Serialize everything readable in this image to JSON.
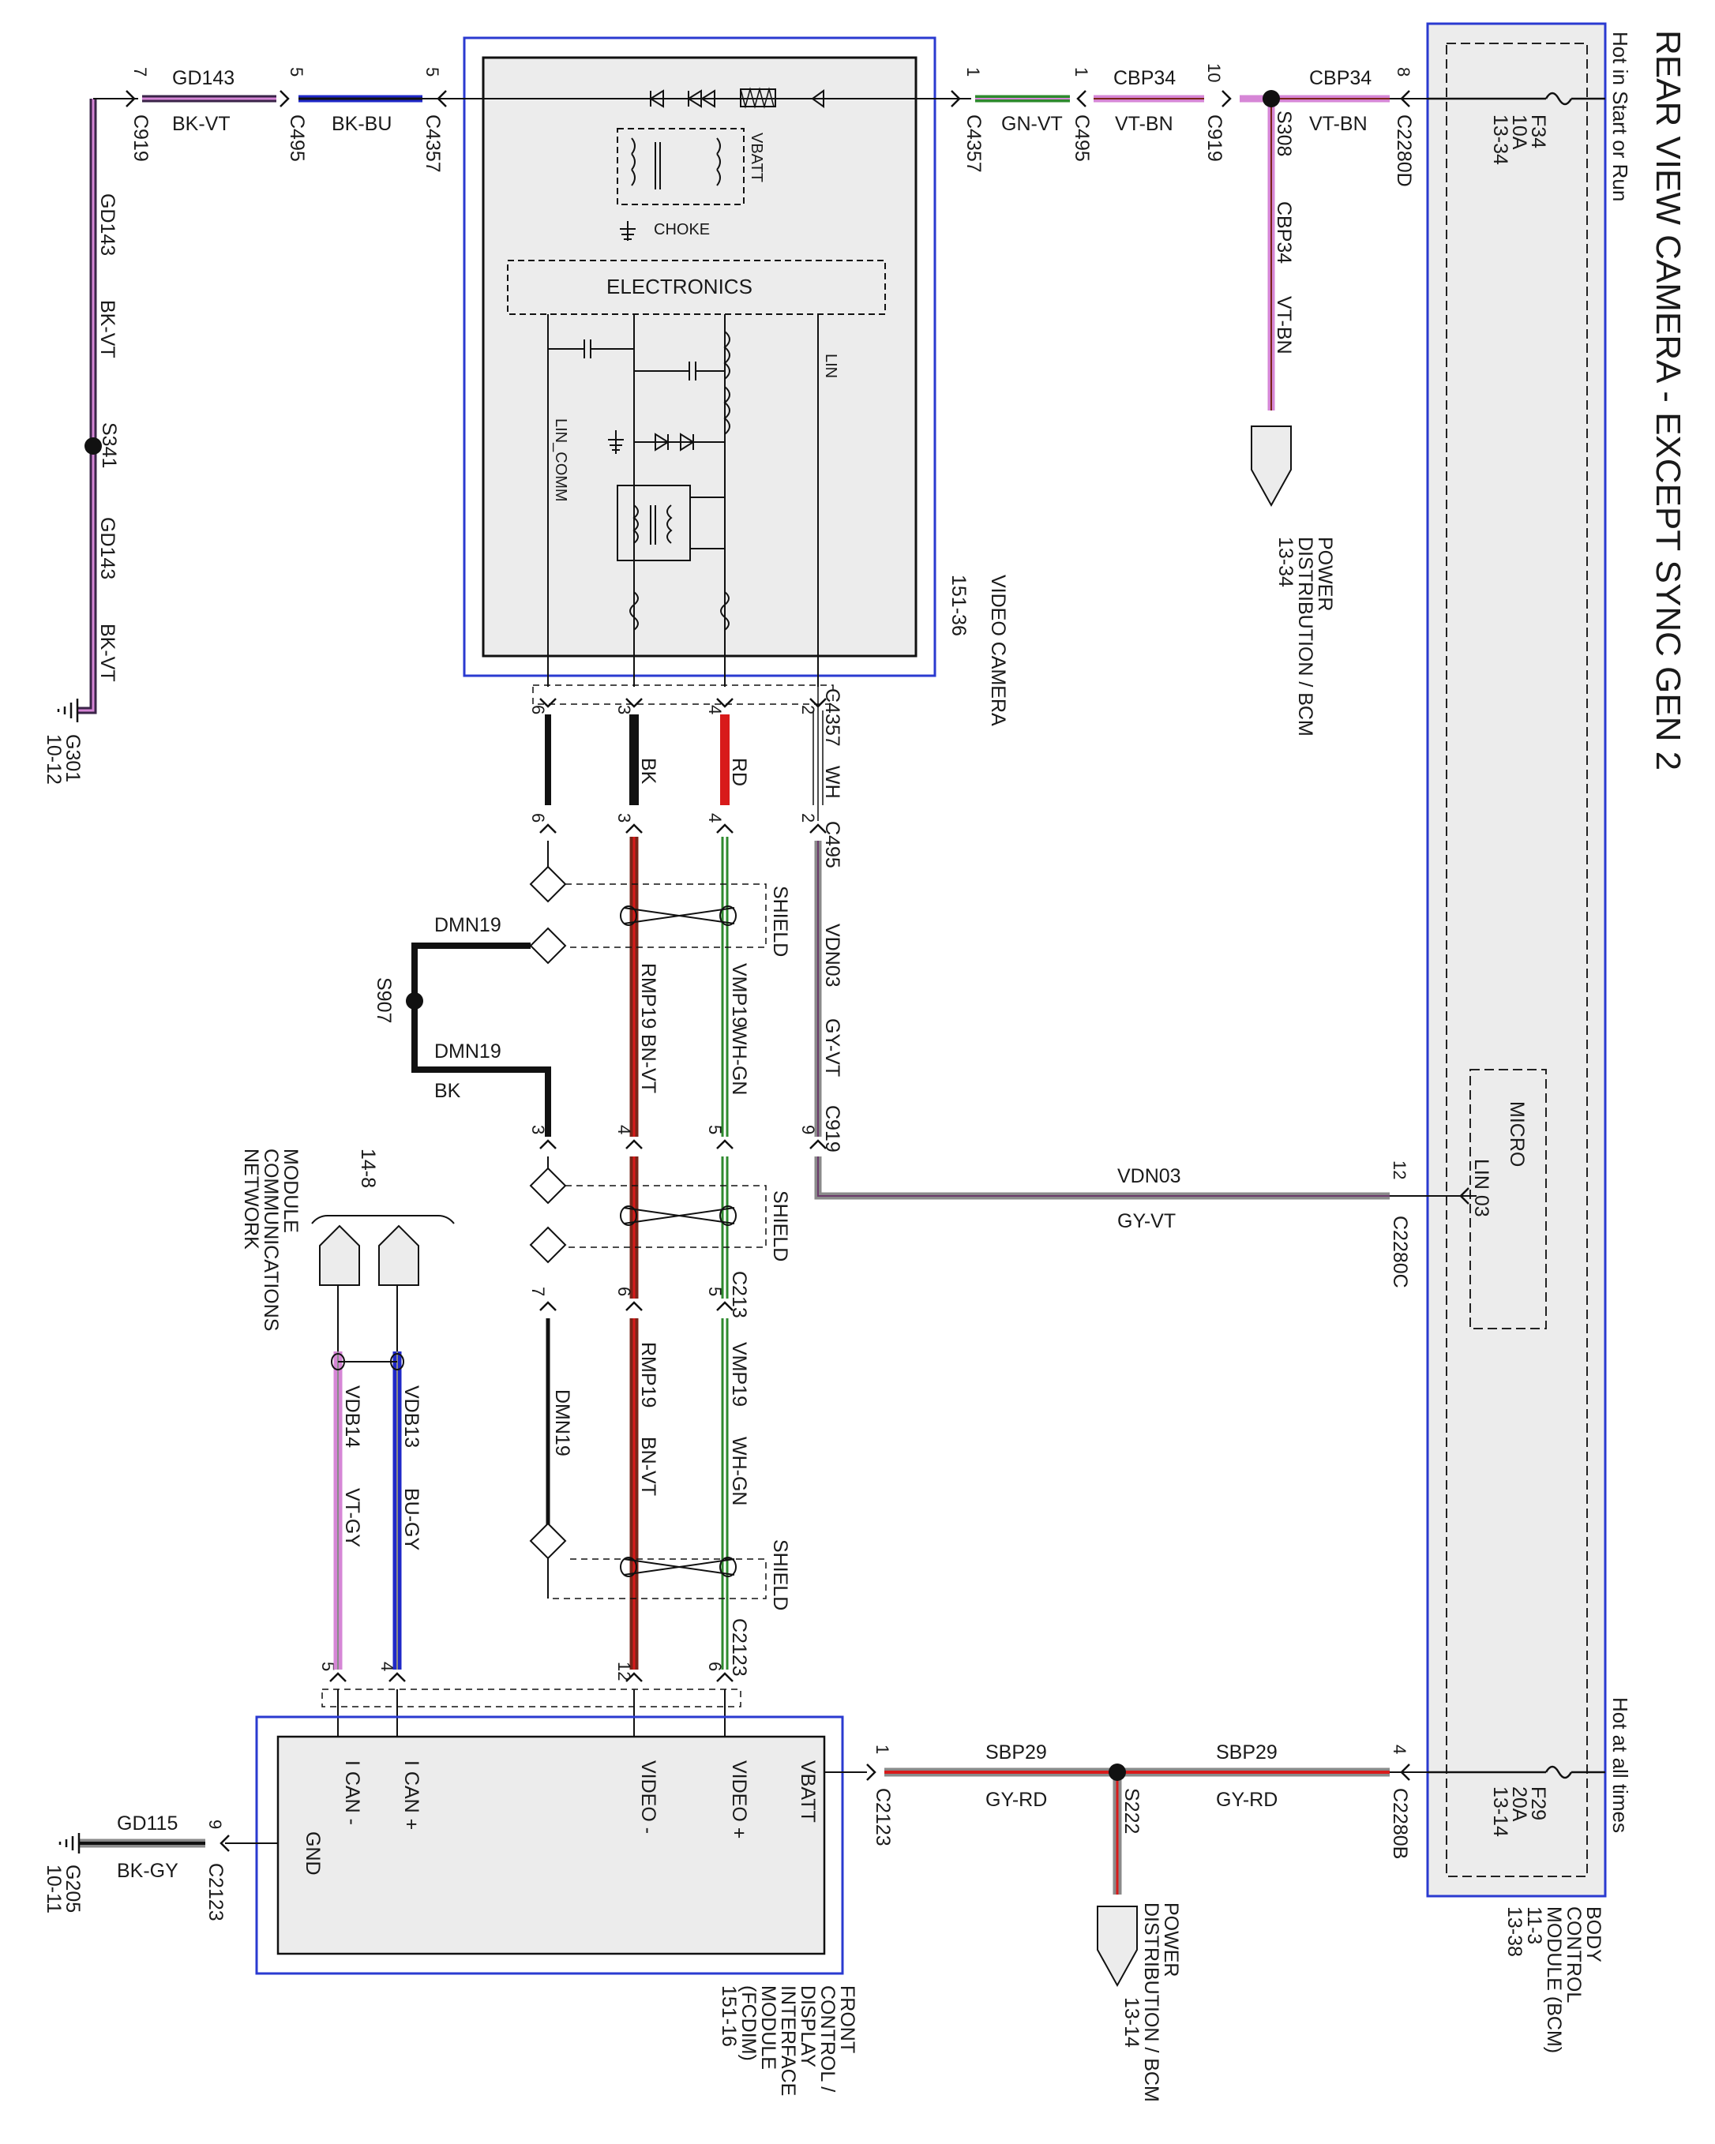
{
  "title": "REAR VIEW CAMERA - EXCEPT SYNC GEN 2",
  "power_labels": {
    "hot_start_run": "Hot in Start or Run",
    "hot_all_times": "Hot at all times"
  },
  "fuses": {
    "f34": {
      "name": "F34",
      "rating": "10A",
      "ref": "13-34"
    },
    "f29": {
      "name": "F29",
      "rating": "20A",
      "ref": "13-14"
    }
  },
  "modules": {
    "camera": {
      "name": "VIDEO CAMERA",
      "ref": "151-36",
      "internal": [
        "VBATT",
        "CHOKE",
        "ELECTRONICS",
        "LIN",
        "LIN_COMM"
      ]
    },
    "bcm": {
      "lines": [
        "BODY",
        "CONTROL",
        "MODULE (BCM)",
        "11-3",
        "13-38"
      ],
      "micro": "MICRO",
      "lin": "LIN 03"
    },
    "fcdim": {
      "lines": [
        "FRONT",
        "CONTROL /",
        "DISPLAY",
        "INTERFACE",
        "MODULE",
        "(FCDIM)",
        "151-16"
      ],
      "pins": [
        "VBATT",
        "VIDEO +",
        "VIDEO -",
        "I CAN +",
        "I CAN -",
        "GND"
      ]
    },
    "pdb1": {
      "lines": [
        "POWER",
        "DISTRIBUTION / BCM",
        "13-34"
      ]
    },
    "pdb2": {
      "lines": [
        "POWER",
        "DISTRIBUTION / BCM",
        "13-14"
      ]
    },
    "mcn": {
      "ref": "14-8",
      "lines": [
        "MODULE",
        "COMMUNICATIONS",
        "NETWORK"
      ]
    }
  },
  "circuits": {
    "gd143": {
      "circuit": "GD143",
      "color": "BK-VT"
    },
    "bk_bu": {
      "color": "BK-BU"
    },
    "gn_vt": {
      "color": "GN-VT"
    },
    "cbp34": {
      "circuit": "CBP34",
      "color": "VT-BN"
    },
    "vdn03": {
      "circuit": "VDN03",
      "color": "GY-VT"
    },
    "dmn19": {
      "circuit": "DMN19",
      "color": "BK"
    },
    "rmp19": {
      "circuit": "RMP19",
      "color": "BN-VT"
    },
    "vmp19": {
      "circuit": "VMP19",
      "color": "WH-GN"
    },
    "vdb13": {
      "circuit": "VDB13",
      "color": "BU-GY"
    },
    "vdb14": {
      "circuit": "VDB14",
      "color": "VT-GY"
    },
    "sbp29": {
      "circuit": "SBP29",
      "color": "GY-RD"
    },
    "gd115": {
      "circuit": "GD115",
      "color": "BK-GY"
    },
    "cam_wh": {
      "color": "WH"
    },
    "cam_bk": {
      "color": "BK"
    },
    "cam_rd": {
      "color": "RD"
    }
  },
  "connectors": {
    "c919": "C919",
    "c495": "C495",
    "c4357": "C4357",
    "c2280d": "C2280D",
    "c2280c": "C2280C",
    "c2280b": "C2280B",
    "c213": "C213",
    "c2123": "C2123"
  },
  "splices": {
    "s341": "S341",
    "s308": "S308",
    "s907": "S907",
    "s222": "S222"
  },
  "grounds": {
    "g301": {
      "name": "G301",
      "ref": "10-12"
    },
    "g205": {
      "name": "G205",
      "ref": "10-11"
    }
  },
  "shield": "SHIELD",
  "pins": {
    "top": {
      "c919": "7",
      "c495": "5",
      "c4357": "5",
      "c4357b": "1",
      "c495b": "1",
      "c919b": "10",
      "c2280d": "8"
    },
    "cam_bottom": [
      "6",
      "3",
      "4",
      "2"
    ],
    "c495_row": [
      "6",
      "3",
      "4",
      "2"
    ],
    "c919_row": [
      "3",
      "4",
      "5",
      "9"
    ],
    "c213_row": [
      "7",
      "6",
      "5"
    ],
    "c2123_row": [
      "5",
      "4",
      "12",
      "6"
    ],
    "c2280c": "12",
    "c2123_vbatt": "1",
    "c2280b": "4",
    "c2123_gnd": "9"
  },
  "wire_colors": {
    "pink": "#d686d6",
    "violet_dark": "#3a2448",
    "blue": "#1f28c8",
    "green": "#2e8a2e",
    "red": "#d81a1a",
    "brown": "#7a2418",
    "gray": "#8a8a8a",
    "black": "#111111",
    "module_border": "#2a3ad0"
  }
}
